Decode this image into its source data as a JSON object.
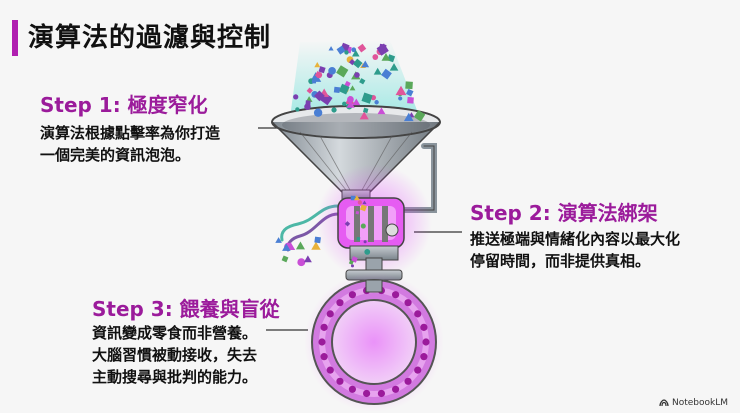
{
  "title": "演算法的過濾與控制",
  "steps": [
    {
      "heading": "Step 1: 極度窄化",
      "lines": [
        "演算法根據點擊率為你打造",
        "一個完美的資訊泡泡。"
      ]
    },
    {
      "heading": "Step 2: 演算法綁架",
      "lines": [
        "推送極端與情緒化內容以最大化",
        "停留時間，而非提供真相。"
      ]
    },
    {
      "heading": "Step 3: 餵養與盲從",
      "lines": [
        "資訊變成零食而非營養。",
        "大腦習慣被動接收，失去",
        "主動搜尋與批判的能力。"
      ]
    }
  ],
  "brand": {
    "label": "NotebookLM",
    "icon": "notebooklm-logo-icon"
  },
  "colors": {
    "accent": "#9b1b9b",
    "glow": "#e040fb",
    "metal": "#9aa3ab",
    "background": "#f6f6f6"
  }
}
